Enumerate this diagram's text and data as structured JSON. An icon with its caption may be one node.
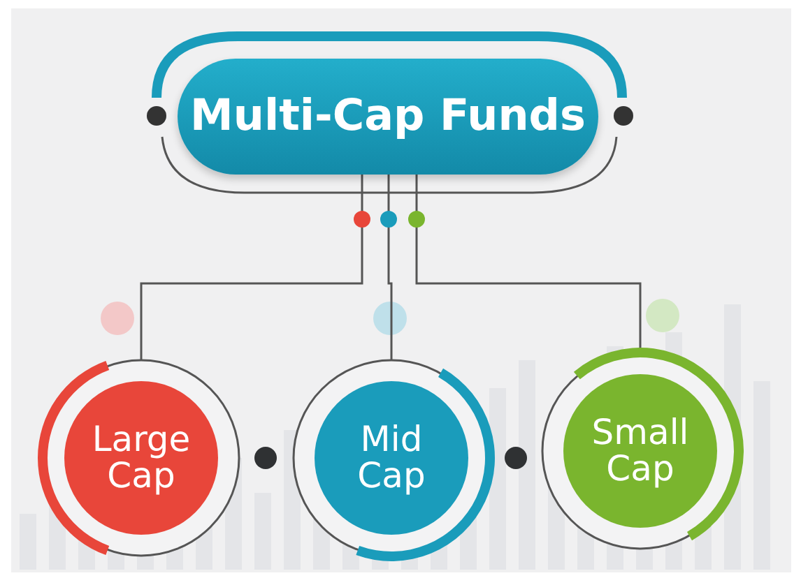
{
  "diagram": {
    "nodes": [
      {
        "text": [
          "Multi-Cap Funds"
        ]
      },
      {
        "text": [
          "Large Cap"
        ]
      },
      {
        "text": [
          "Mid Cap"
        ]
      },
      {
        "text": [
          "Small Cap"
        ]
      }
    ],
    "edges": [
      {
        "from": 0,
        "to": 1,
        "arrow": "none"
      },
      {
        "from": 0,
        "to": 2,
        "arrow": "none"
      },
      {
        "from": 0,
        "to": 3,
        "arrow": "none"
      }
    ]
  }
}
